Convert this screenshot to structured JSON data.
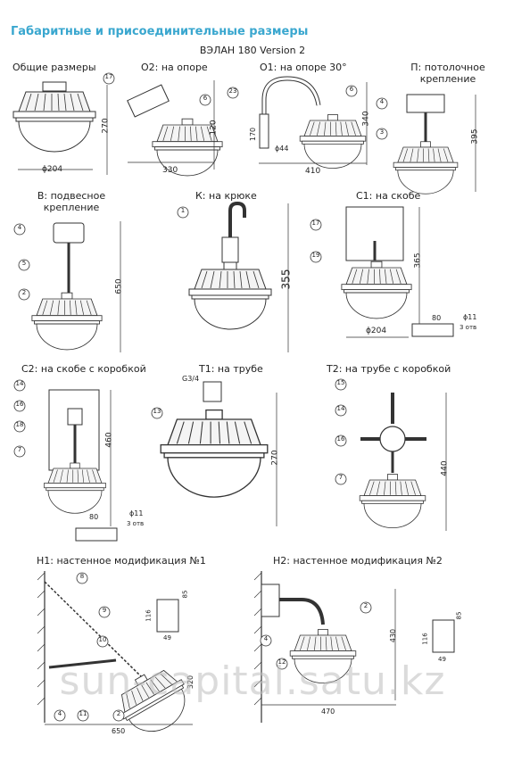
{
  "header": {
    "title": "Габаритные и присоединительные размеры",
    "subtitle": "ВЭЛАН 180 Version 2"
  },
  "panels": {
    "general": "Общие размеры",
    "o2": "О2: на опоре",
    "o1": "О1: на опоре 30°",
    "p": "П: потолочное крепление",
    "v": "В: подвесное крепление",
    "k": "К: на крюке",
    "c1": "С1: на скобе",
    "c2": "С2: на скобе с коробкой",
    "t1": "Т1: на трубе",
    "t2": "Т2: на трубе с коробкой",
    "h1": "Н1: настенное модификация №1",
    "h2": "Н2: настенное модификация №2"
  },
  "dimensions": {
    "general_h": "270",
    "general_d": "ϕ204",
    "o2_h": "120",
    "o2_w": "330",
    "o2_callout_a": "17",
    "o2_callout_b": "6",
    "o1_h": "340",
    "o1_w": "410",
    "o1_v": "170",
    "o1_d": "ϕ44",
    "o1_callout_a": "23",
    "o1_callout_b": "6",
    "p_h": "395",
    "p_callout_a": "4",
    "p_callout_b": "3",
    "v_h": "650",
    "v_callout_a": "4",
    "v_callout_b": "5",
    "v_callout_c": "2",
    "k_h": "355",
    "k_callout": "1",
    "c1_h": "365",
    "c1_d": "ϕ204",
    "c1_w": "80",
    "c1_hole": "ϕ11",
    "c1_holes": "3 отв",
    "c1_callout_a": "17",
    "c1_callout_b": "19",
    "c2_h": "460",
    "c2_w": "80",
    "c2_hole": "ϕ11",
    "c2_holes": "3 отв",
    "c2_callout_a": "14",
    "c2_callout_b": "16",
    "c2_callout_c": "18",
    "c2_callout_d": "7",
    "t1_h": "270",
    "t1_thread": "G3/4",
    "t1_callout": "13",
    "t2_h": "440",
    "t2_callout_a": "15",
    "t2_callout_b": "14",
    "t2_callout_c": "16",
    "t2_callout_d": "7",
    "h1_w": "650",
    "h1_h": "320",
    "h1_box_h": "116",
    "h1_box_w": "49",
    "h1_box_s": "85",
    "h1_callout_a": "8",
    "h1_callout_b": "9",
    "h1_callout_c": "10",
    "h1_callout_d": "4",
    "h1_callout_e": "11",
    "h1_callout_f": "2",
    "h2_w": "470",
    "h2_h": "430",
    "h2_box_h": "116",
    "h2_box_w": "49",
    "h2_box_s": "85",
    "h2_callout_a": "2",
    "h2_callout_b": "4",
    "h2_callout_c": "12"
  },
  "watermark": "sun-capital.satu.kz"
}
